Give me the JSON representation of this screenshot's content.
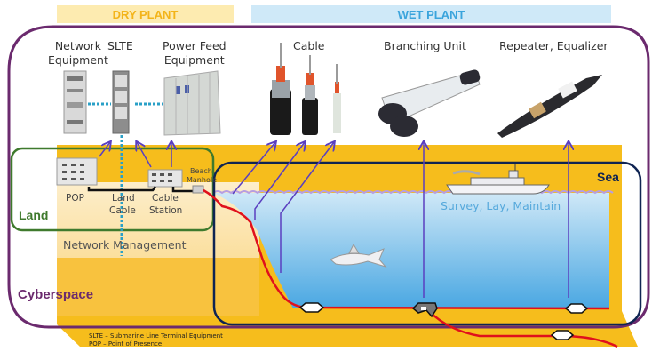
{
  "headers": {
    "dry_plant": "DRY PLANT",
    "wet_plant": "WET PLANT"
  },
  "dry_equipment": {
    "network_equipment": "Network\nEquipment",
    "slte": "SLTE",
    "power_feed": "Power Feed\nEquipment"
  },
  "wet_equipment": {
    "cable": "Cable",
    "branching_unit": "Branching Unit",
    "repeater": "Repeater, Equalizer"
  },
  "land": {
    "pop": "POP",
    "land_cable_1": "Land",
    "land_cable_2": "Cable",
    "cable_station_1": "Cable",
    "cable_station_2": "Station",
    "beach_1": "Beach",
    "beach_2": "Manhole"
  },
  "regions": {
    "land": "Land",
    "sea": "Sea",
    "cyberspace": "Cyberspace",
    "network_management": "Network Management",
    "sea_ops": "Survey, Lay, Maintain"
  },
  "legend": [
    "SLTE – Submarine Line Terminal Equipment",
    "POP – Point of Presence"
  ],
  "colors": {
    "cyberspace": "#6b2a6e",
    "land": "#3f7a2d",
    "sea": "#0f2452",
    "cable": "#e0101c",
    "arrow": "#5a3fc0",
    "dry_header": "#f3b41a",
    "wet_header": "#3aa4dc",
    "seabed": "#f6bd1c"
  }
}
